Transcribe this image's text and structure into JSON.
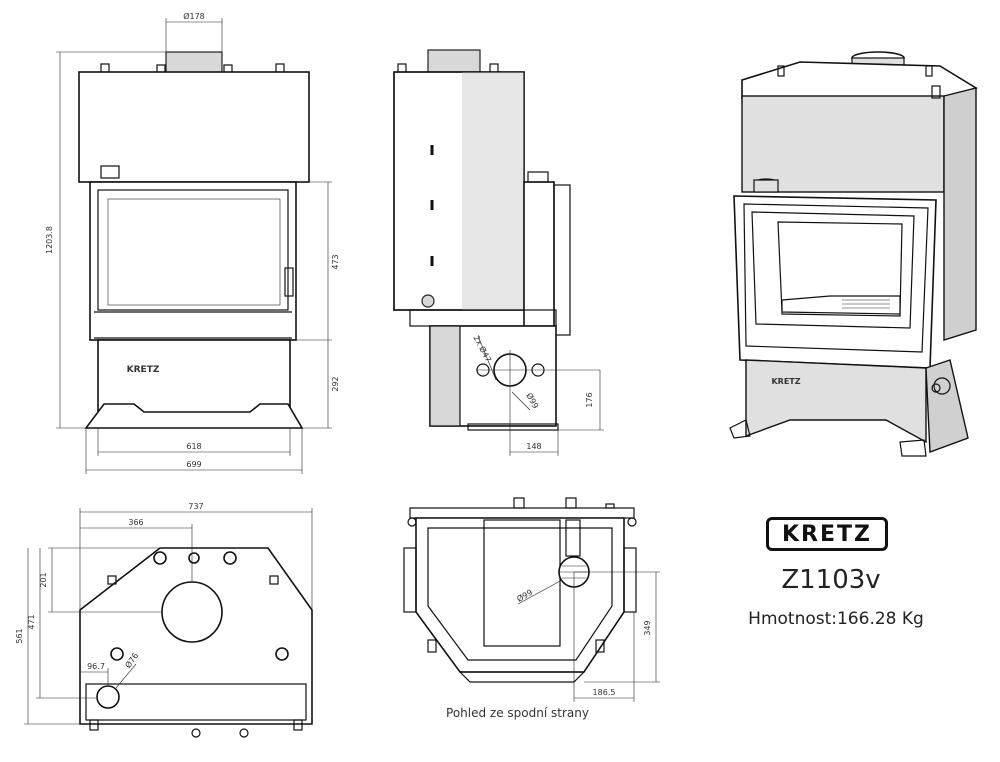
{
  "brand": {
    "logo_text": "KRETZ",
    "engraving": "KRETZ"
  },
  "model": "Z1103v",
  "weight": "Hmotnost:166.28 Kg",
  "bottom_caption": "Pohled ze spodní strany",
  "front_view": {
    "flue_diameter": "Ø178",
    "total_height": "1203.8",
    "door_height": "473",
    "base_height": "292",
    "inner_width": "618",
    "total_width": "699"
  },
  "side_view": {
    "angle_label": "2x Ø47",
    "hole_label": "Ø99",
    "hole_height": "176",
    "hole_offset": "148"
  },
  "top_view": {
    "total_width": "737",
    "flue_offset": "366",
    "flue_depth": "201",
    "depth_a": "471",
    "depth_b": "561",
    "small_offset": "96.7",
    "small_diameter": "Ø76"
  },
  "bottom_view": {
    "hole_diameter": "Ø99",
    "depth": "349",
    "offset": "186.5"
  },
  "colors": {
    "line": "#111111",
    "panel": "#d8d8d8",
    "background": "#ffffff"
  }
}
